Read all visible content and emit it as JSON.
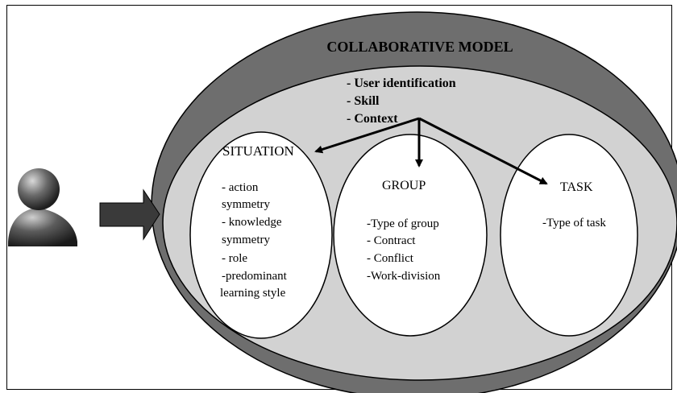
{
  "model": {
    "title": "COLLABORATIVE MODEL",
    "attributes": [
      "- User identification",
      "- Skill",
      "- Context"
    ]
  },
  "situation": {
    "title": "SITUATION",
    "items": [
      "- action",
      "symmetry",
      "- knowledge",
      "symmetry",
      "- role",
      "-predominant",
      "learning style"
    ]
  },
  "group": {
    "title": "GROUP",
    "items": [
      "-Type of group",
      "- Contract",
      "- Conflict",
      "-Work-division"
    ]
  },
  "task": {
    "title": "TASK",
    "items": [
      "-Type of task"
    ]
  },
  "icons": {
    "user": "user-icon",
    "input_arrow": "right-arrow-icon"
  },
  "colors": {
    "outer_ellipse": "#6e6e6e",
    "inner_ellipse": "#d2d2d2",
    "sub_ellipse": "#ffffff",
    "outline": "#000000"
  }
}
